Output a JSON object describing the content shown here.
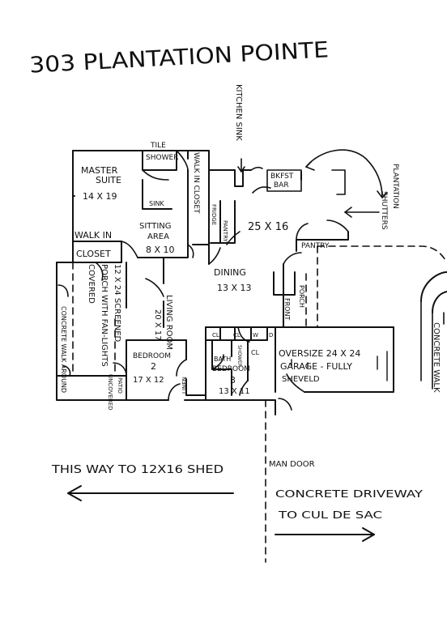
{
  "title": "303 PLANTATION POINTE",
  "rooms": {
    "master_suite": {
      "name_line1": "MASTER",
      "name_line2": "SUITE",
      "size": "14 X 19"
    },
    "tile_shower": {
      "line1": "TILE",
      "line2": "SHOWER"
    },
    "sink": "SINK",
    "sitting_area": {
      "line1": "SITTING",
      "line2": "AREA",
      "size": "8 X 10"
    },
    "walk_in_closet_vertical": "WALK IN CLOSET",
    "walk_in_closet_left": {
      "line1": "WALK IN",
      "line2": "CLOSET"
    },
    "kitchen_sink": "KITCHEN SINK",
    "bkfst_bar": {
      "line1": "BKFST",
      "line2": "BAR"
    },
    "kitchen_size": "25 X 16",
    "fridge": "FRIDGE",
    "pantry_small": "PANTRY",
    "pantry_right": "PANTRY",
    "plantation_shutters": {
      "line1": "PLANTATION",
      "line2": "SHUTTERS"
    },
    "dining": {
      "name": "DINING",
      "size": "13 X 13"
    },
    "screened_porch": {
      "line1": "12 X 24 SCREENED",
      "line2": "PORCH WITH FAN-LIGHTS",
      "line3": "COVERED"
    },
    "living_room": {
      "line1": "LIVING ROOM",
      "line2": "20 X 17"
    },
    "concrete_walk_around": "CONCRETE WALK AROUND",
    "patio": {
      "line1": "PATIO",
      "line2": "UNCOVERED"
    },
    "front_porch": {
      "line1": "FRONT",
      "line2": "PORCH"
    },
    "cl": "CL",
    "w": "W",
    "d": "D",
    "bedroom2": {
      "name": "BEDROOM",
      "num": "2",
      "size": "17 X 12"
    },
    "bath": "BATH",
    "shower": "SHOWER",
    "linen": "LINEN",
    "bedroom3": {
      "name": "BEDROOM",
      "num": "3",
      "size": "13 X 11"
    },
    "garage": {
      "line1": "OVERSIZE 24 X 24",
      "line2": "GARAGE - FULLY",
      "line3": "SHEVELD"
    },
    "concrete_walk": "CONCRETE WALK",
    "man_door": "MAN DOOR"
  },
  "notes": {
    "shed": "THIS WAY TO 12X16 SHED",
    "driveway_line1": "CONCRETE DRIVEWAY",
    "driveway_line2": "TO CUL DE SAC"
  }
}
